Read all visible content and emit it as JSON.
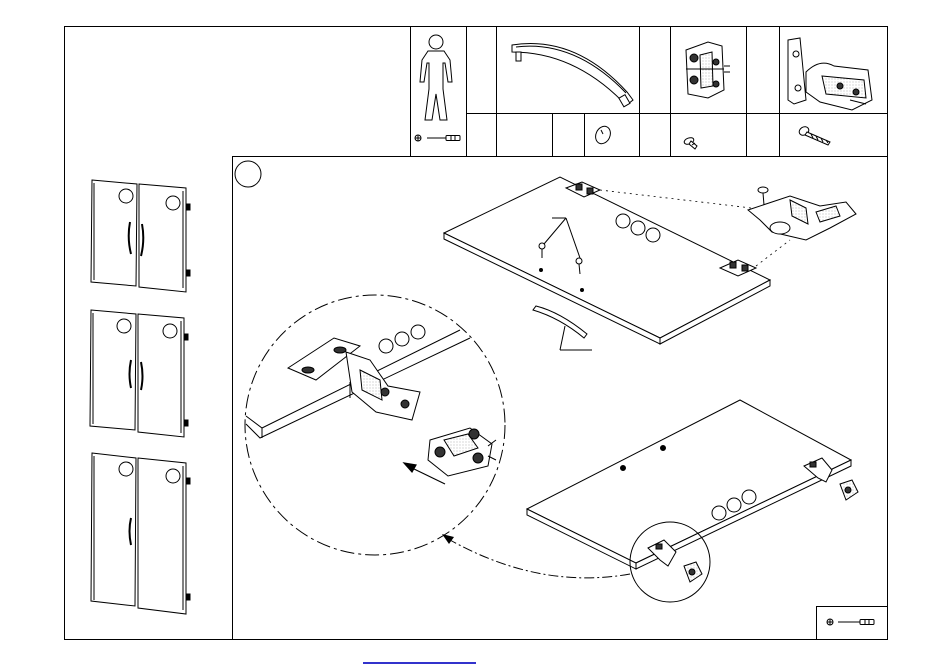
{
  "sheet": {
    "kind": "furniture assembly instruction sheet",
    "header": {
      "cells": [
        {
          "icon": "person-figure-icon",
          "count": ""
        },
        {
          "icon": "door-handle-icon",
          "count": ""
        },
        {
          "icon": "hinge-mounting-plate-icon",
          "count": ""
        },
        {
          "icon": "cup-hinge-icon",
          "count": ""
        }
      ],
      "small_parts": [
        "screwdriver-icon",
        "oval-washer-icon",
        "short-screw-icon",
        "long-screw-icon"
      ]
    },
    "sidebar": {
      "options": [
        {
          "name": "door-pair-option-1",
          "handles": "horizontal"
        },
        {
          "name": "door-pair-option-2",
          "handles": "vertical"
        },
        {
          "name": "door-pair-option-3",
          "handles": "vertical"
        }
      ]
    },
    "step": {
      "number": "",
      "tool": "screwdriver-icon",
      "views": [
        "door-panel-top",
        "door-panel-bottom",
        "detail-magnifier"
      ]
    }
  },
  "colors": {
    "line": "#000000",
    "paper": "#ffffff",
    "link": "#3333cc",
    "hatch": "#777777"
  }
}
